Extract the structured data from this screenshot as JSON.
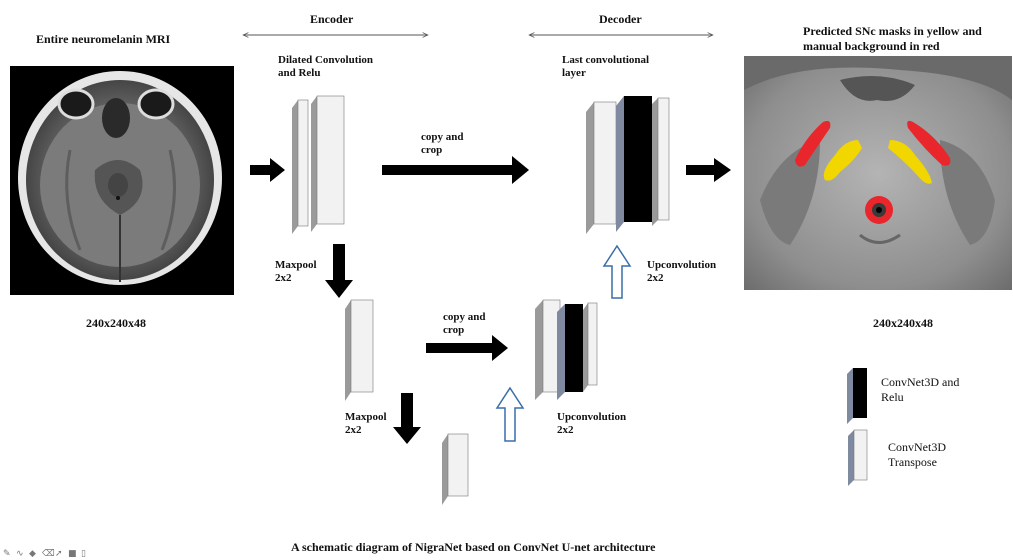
{
  "labels": {
    "encoder": "Encoder",
    "decoder": "Decoder",
    "input_title": "Entire neuromelanin MRI",
    "input_dims": "240x240x48",
    "output_title_line1": "Predicted SNc masks in yellow and",
    "output_title_line2": "manual background in red",
    "output_dims": "240x240x48",
    "dilated_conv_line1": "Dilated Convolution",
    "dilated_conv_line2": "and Relu",
    "last_conv_line1": "Last convolutional",
    "last_conv_line2": "layer",
    "copy_crop_top_line1": "copy and",
    "copy_crop_top_line2": "crop",
    "copy_crop_mid_line1": "copy and",
    "copy_crop_mid_line2": "crop",
    "maxpool1_line1": "Maxpool",
    "maxpool1_line2": "2x2",
    "maxpool2_line1": "Maxpool",
    "maxpool2_line2": "2x2",
    "upconv_top_line1": "Upconvolution",
    "upconv_top_line2": "2x2",
    "upconv_mid_line1": "Upconvolution",
    "upconv_mid_line2": "2x2",
    "caption": "A schematic diagram of NigraNet based on ConvNet U-net architecture"
  },
  "legend": {
    "conv_relu_line1": "ConvNet3D and",
    "conv_relu_line2": "Relu",
    "conv_transpose_line1": "ConvNet3D",
    "conv_transpose_line2": "Transpose"
  },
  "colors": {
    "arrow": "#000000",
    "layer_light": "#f2f2f2",
    "layer_dark": "#000000",
    "layer_side": "#9a9a9a",
    "layer_side_dark": "#7f8aa0",
    "upconv_arrow": "#3a6ea8",
    "mask_yellow": "#f2d600",
    "mask_red": "#e8262b"
  },
  "icons": [
    "pen-icon",
    "curve-icon",
    "fill-icon",
    "eraser-icon",
    "pointer-icon",
    "camera-icon",
    "page-icon"
  ]
}
